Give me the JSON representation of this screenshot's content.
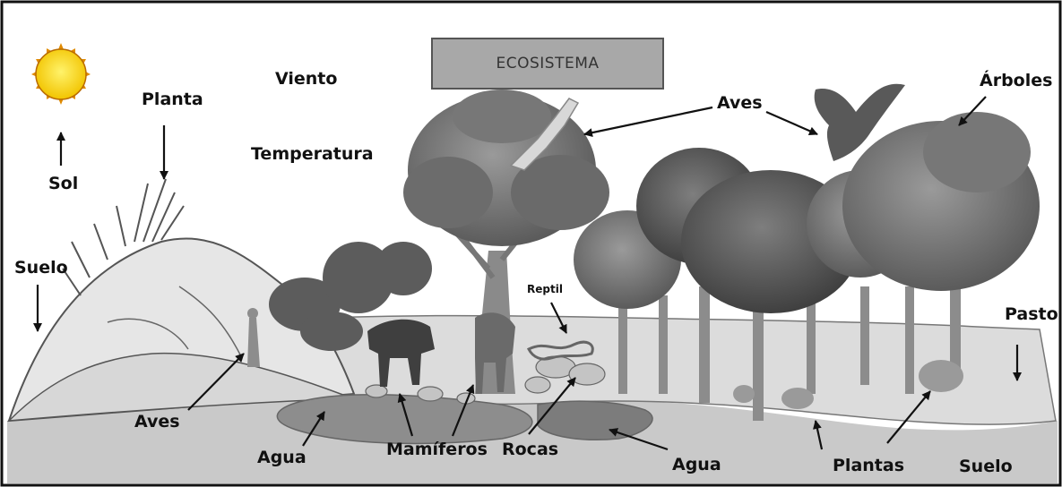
{
  "title": "ECOSISTEMA",
  "labels": {
    "sol": "Sol",
    "planta": "Planta",
    "viento": "Viento",
    "temperatura": "Temperatura",
    "suelo_left": "Suelo",
    "aves_bottom": "Aves",
    "agua_left": "Agua",
    "mamiferos": "Mamíferos",
    "rocas": "Rocas",
    "agua_right": "Agua",
    "plantas": "Plantas",
    "suelo_right": "Suelo",
    "pasto": "Pasto",
    "arboles": "Árboles",
    "aves_top": "Aves",
    "reptil": "Reptil"
  }
}
